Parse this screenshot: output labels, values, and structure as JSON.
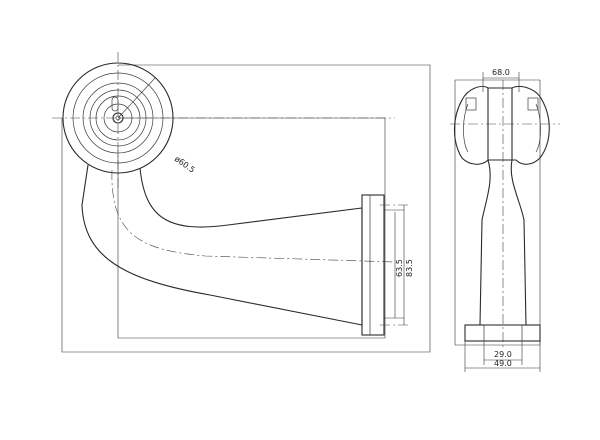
{
  "dimensions": {
    "outer_radius": "ø60.5",
    "flange_inner": "63.5",
    "flange_outer": "83.5",
    "top_width": "68.0",
    "base_inner": "29.0",
    "base_outer": "49.0"
  }
}
